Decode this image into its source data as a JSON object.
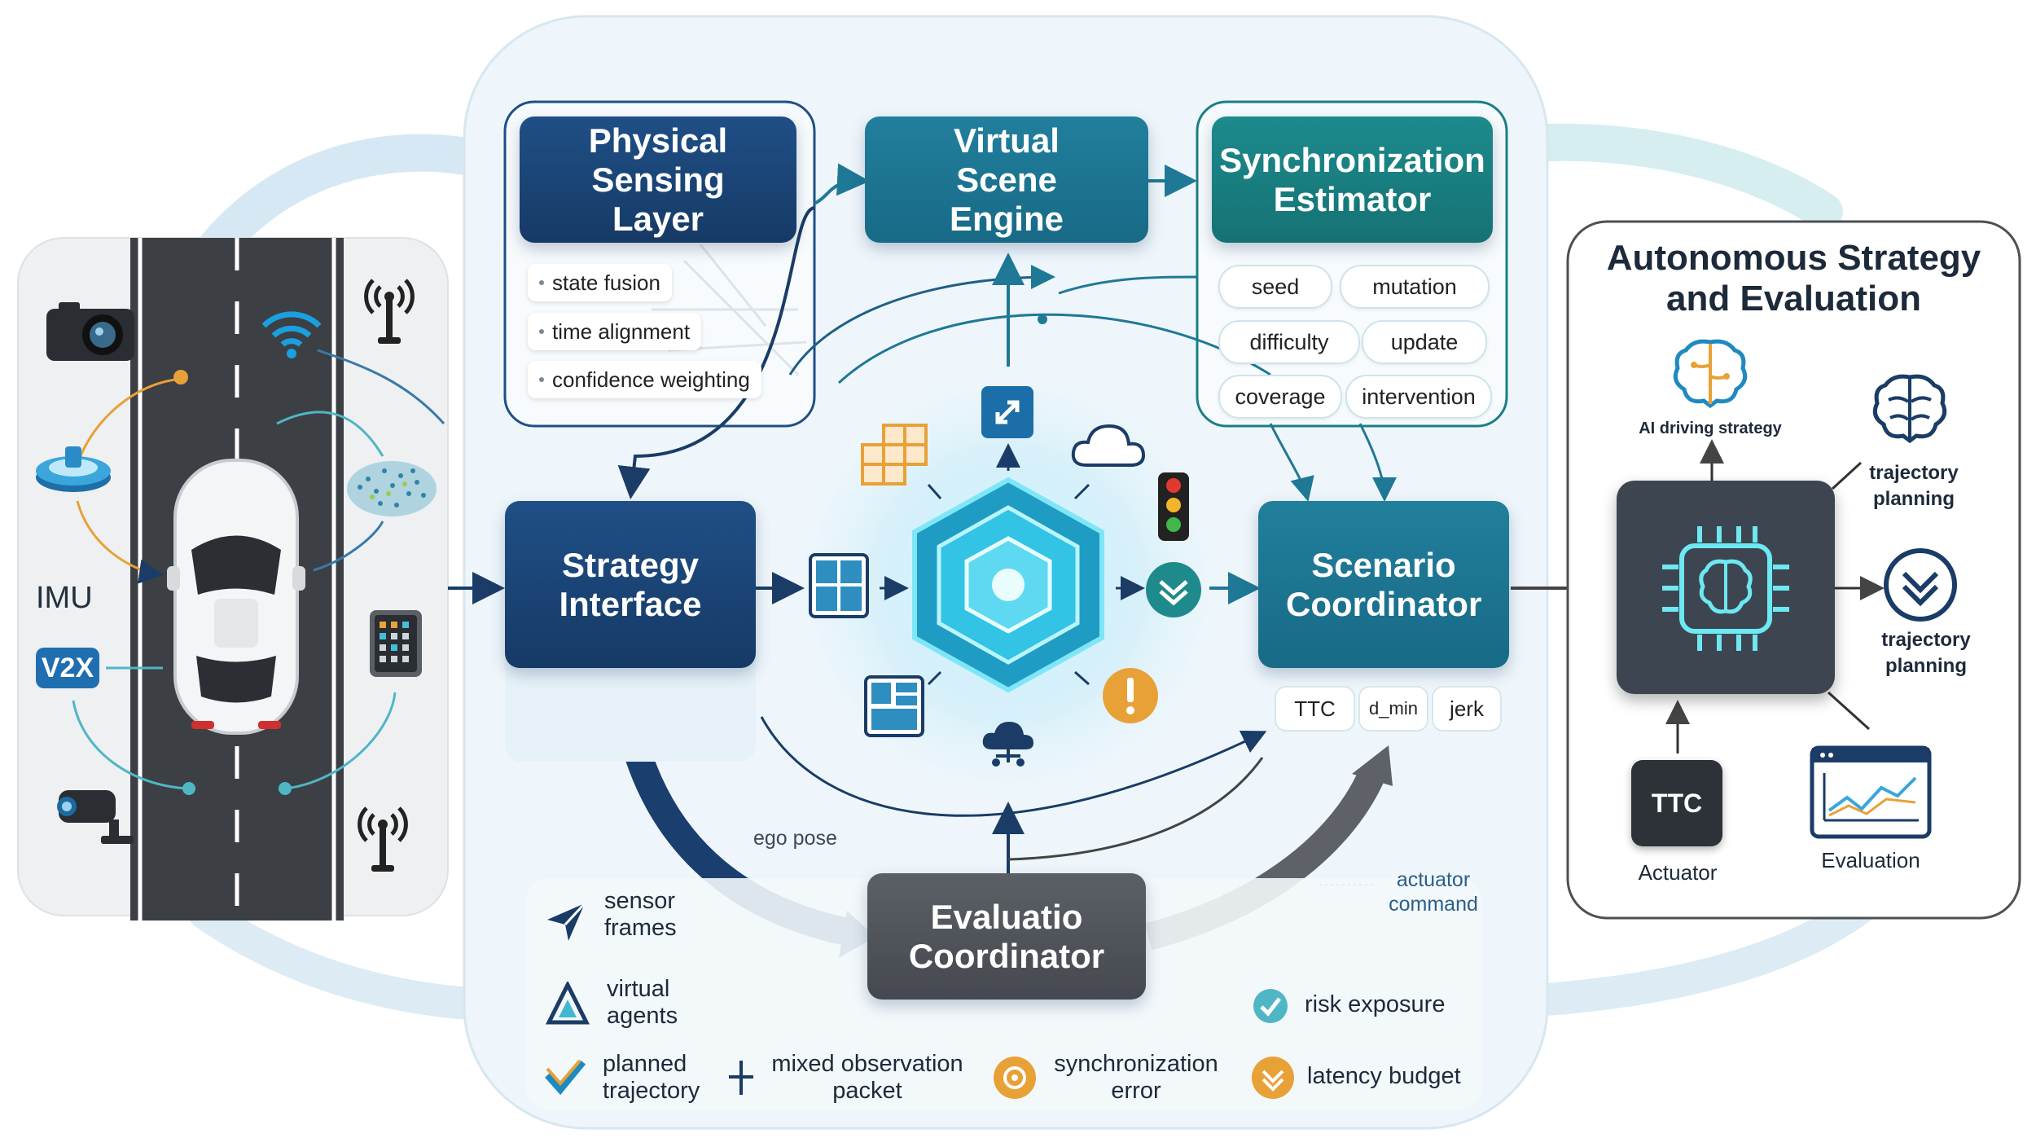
{
  "colors": {
    "navy": "#1a4373",
    "teal": "#1f7896",
    "green": "#1a8082",
    "gray": "#4f5359",
    "cyan": "#4fd6ee",
    "orange": "#e8a137",
    "panel_bg": "#eef6fb"
  },
  "left_panel": {
    "imu_label": "IMU",
    "v2x_label": "V2X"
  },
  "modules": {
    "physical_sensing": "Physical Sensing Layer",
    "virtual_scene": "Virtual Scene Engine",
    "sync_estimator": "Synchronization Estimator",
    "strategy_interface": "Strategy Interface",
    "scenario_coordinator": "Scenario Coordinator",
    "evaluation_coordinator": "Evaluatio Coordinator"
  },
  "sensing_items": [
    "state fusion",
    "time alignment",
    "confidence weighting"
  ],
  "sync_items": [
    "seed",
    "mutation",
    "difficulty",
    "update",
    "coverage",
    "intervention"
  ],
  "metrics": [
    "TTC",
    "d_min",
    "jerk"
  ],
  "flow_labels": {
    "ego_pose": "ego pose",
    "actuator_command": "actuator command"
  },
  "legend": {
    "sensor_frames": "sensor frames",
    "virtual_agents": "virtual agents",
    "planned_trajectory": "planned trajectory",
    "mixed_observation_packet": "mixed observation packet",
    "synchronization_error": "synchronization error",
    "latency_budget": "latency budget",
    "risk_exposure": "risk exposure"
  },
  "right_panel": {
    "title": "Autonomous Strategy and Evaluation",
    "ai_driving_strategy": "AI driving strategy",
    "trajectory_planning_1": "trajectory planning",
    "trajectory_planning_2": "trajectory planning",
    "ttc_chip": "TTC",
    "actuator": "Actuator",
    "evaluation": "Evaluation"
  },
  "icons": [
    "camera-icon",
    "wifi-icon",
    "antenna-icon",
    "lidar-icon",
    "point-cloud-icon",
    "dashboard-icon",
    "security-camera-icon",
    "car-icon",
    "hexagon-core-icon",
    "grid-icon",
    "cloud-icon",
    "traffic-light-icon",
    "warning-icon",
    "brain-icon",
    "chip-icon",
    "chart-icon"
  ]
}
